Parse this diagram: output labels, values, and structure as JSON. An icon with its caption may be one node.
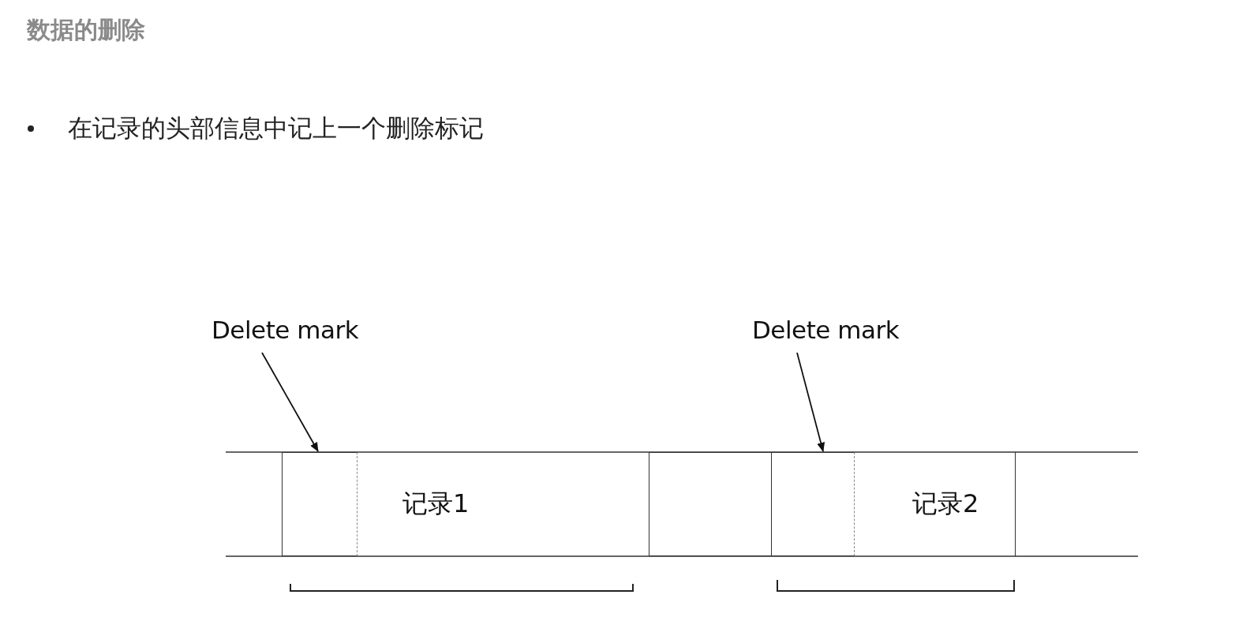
{
  "diagram": {
    "title": "数据的删除",
    "nodes": [
      {
        "text": [
          "Delete mark"
        ]
      },
      {
        "text": [
          "Delete mark"
        ]
      },
      {
        "text": [
          "记录1"
        ]
      },
      {
        "text": [],
        "shape": "box",
        "in": 2
      },
      {
        "text": [],
        "shape": "box"
      },
      {
        "text": [
          "记录2"
        ]
      },
      {
        "text": [],
        "shape": "box",
        "in": 5
      }
    ],
    "edges": [
      {
        "from": 0,
        "to": 3,
        "arrow": "to"
      },
      {
        "from": 1,
        "to": 6,
        "arrow": "to"
      }
    ],
    "labels": [
      "在记录的头部信息中记上一个删除标记"
    ]
  }
}
